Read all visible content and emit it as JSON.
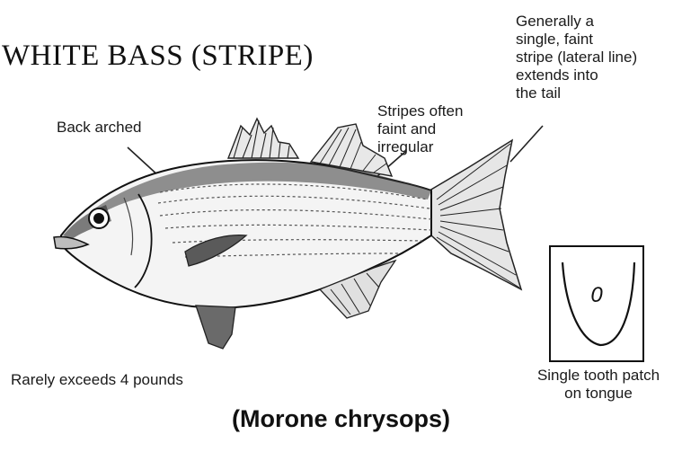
{
  "title": "WHITE BASS (STRIPE)",
  "annotations": {
    "back": [
      "Back arched"
    ],
    "stripes": [
      "Stripes often",
      "faint and",
      "irregular"
    ],
    "lateral_line": [
      "Generally a",
      "single, faint",
      "stripe (lateral line)",
      "extends into",
      "the tail"
    ],
    "weight": [
      "Rarely exceeds 4 pounds"
    ],
    "tooth_patch": [
      "Single tooth patch",
      "on tongue"
    ]
  },
  "tooth_patch_mark": "0",
  "species": "(Morone chrysops)",
  "colors": {
    "ink": "#111111",
    "background": "#ffffff"
  }
}
